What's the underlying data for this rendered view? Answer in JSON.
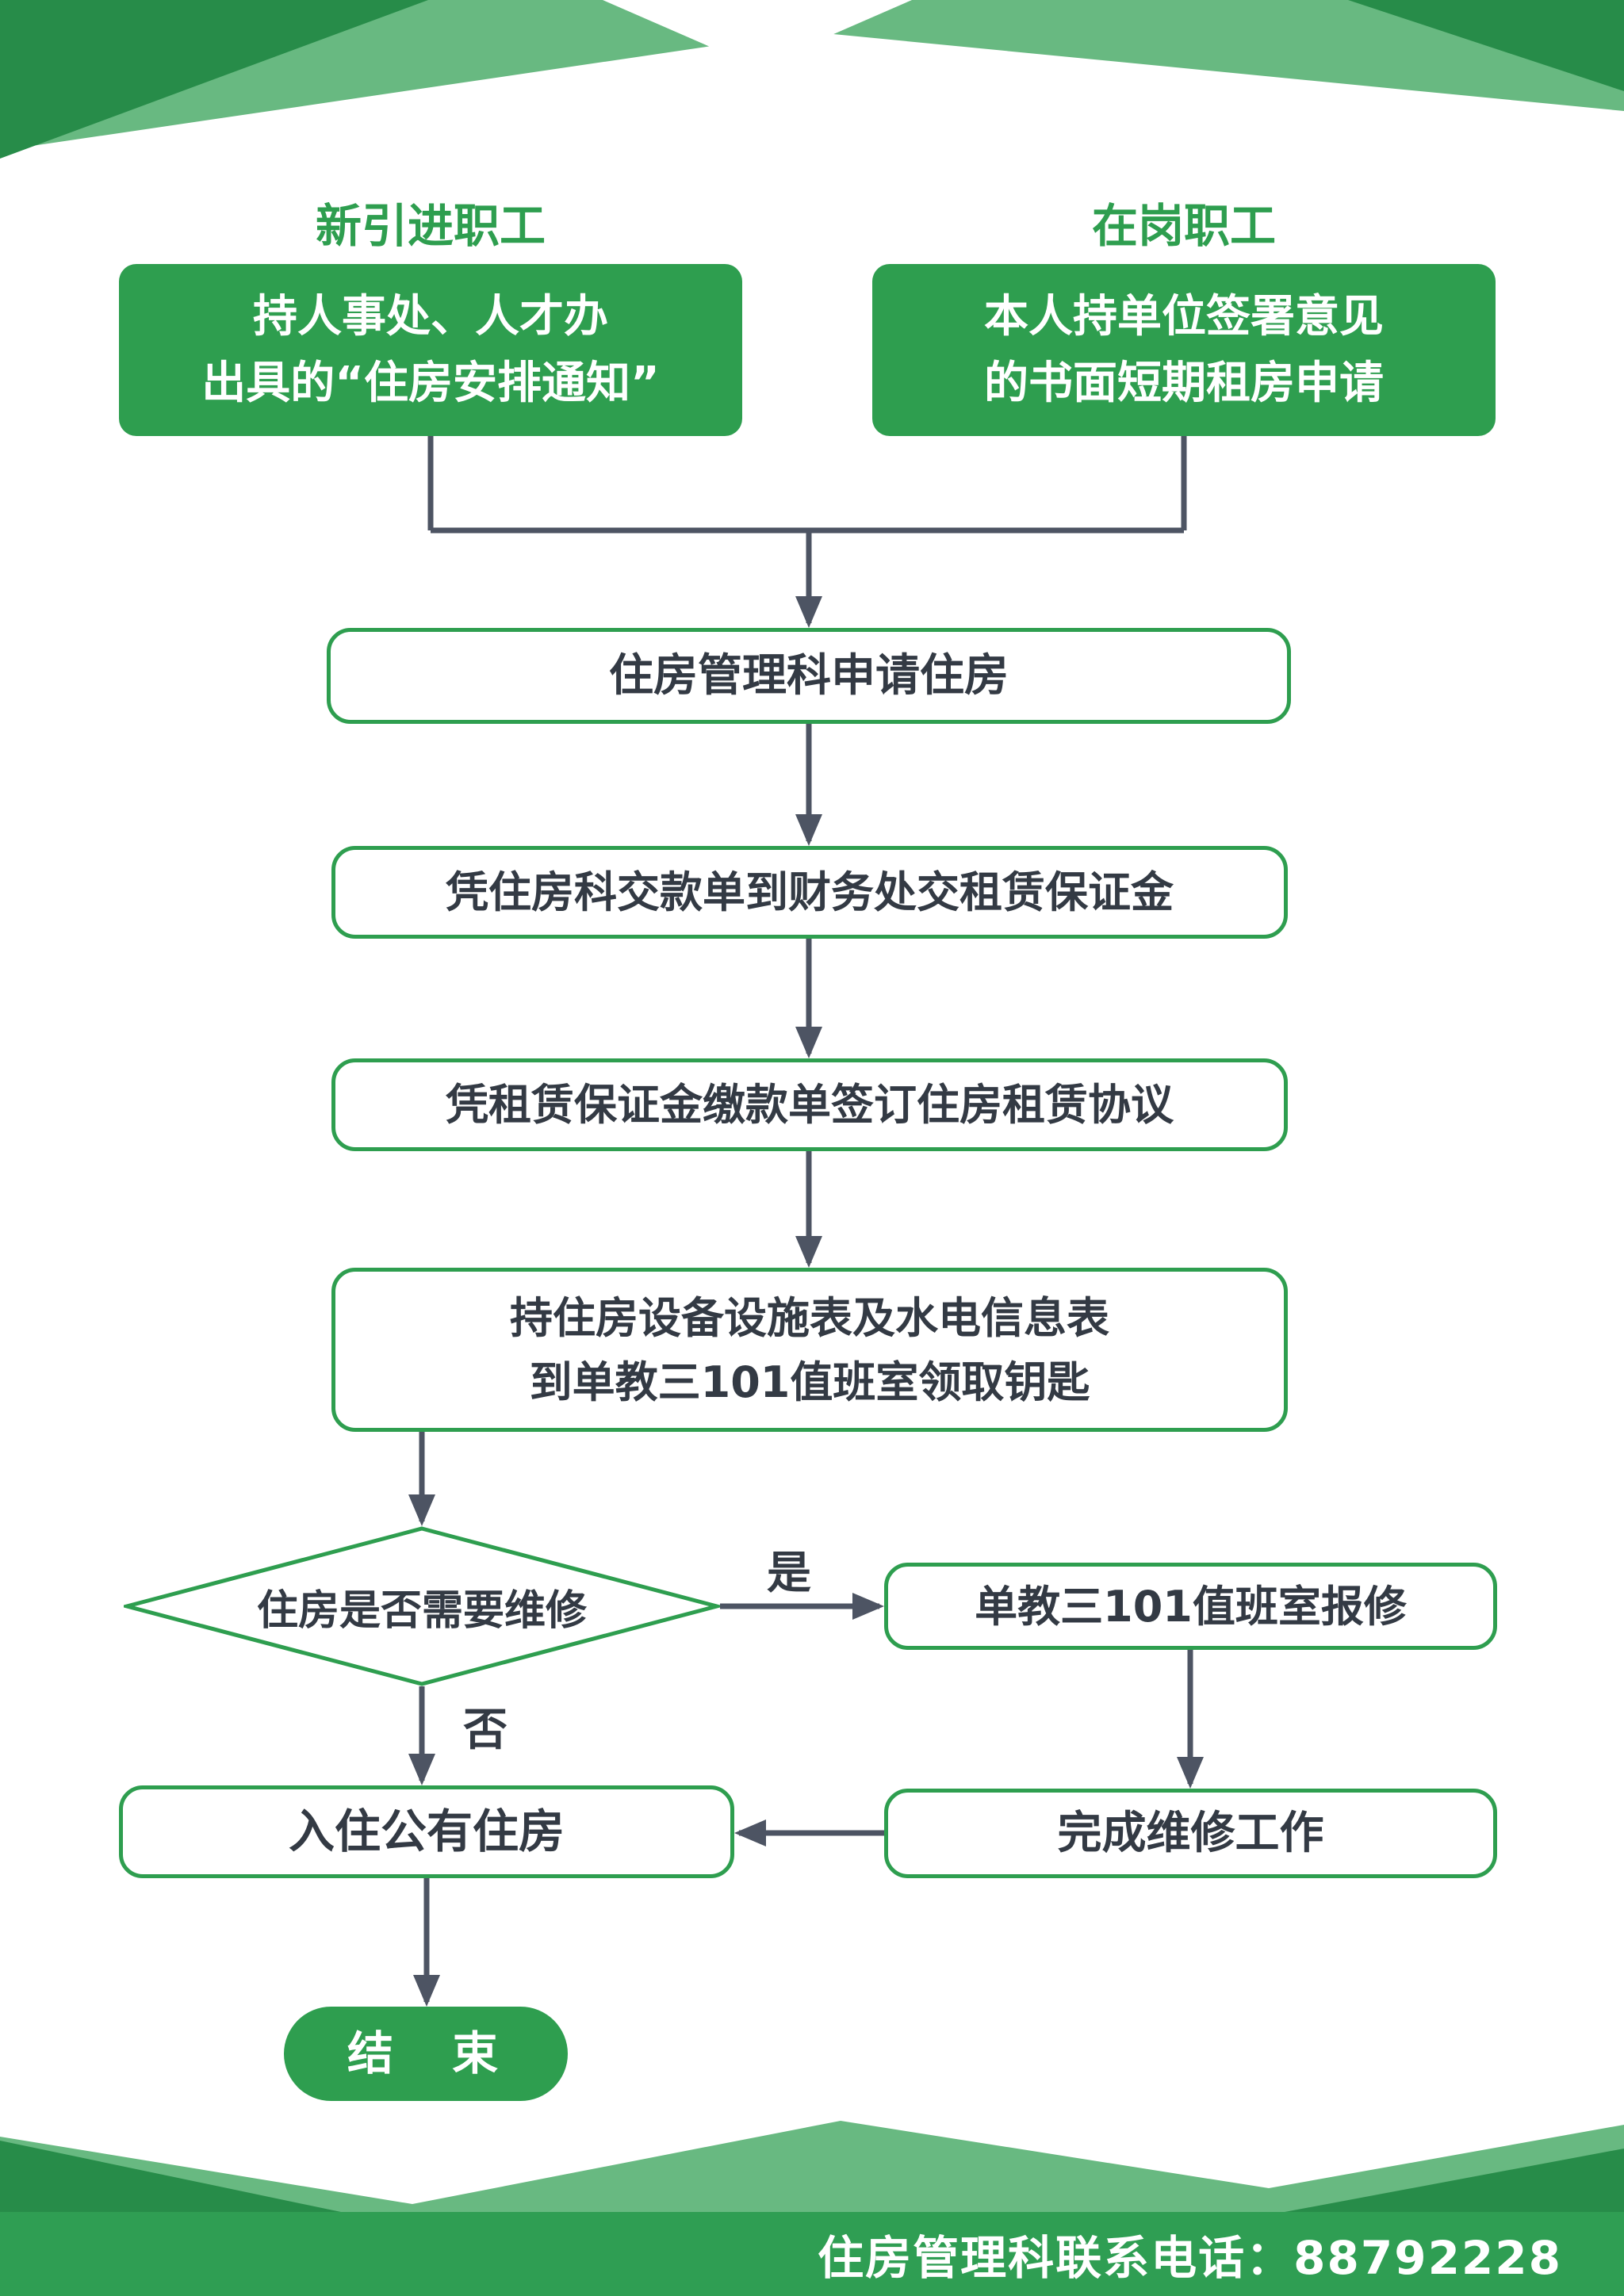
{
  "poster": {
    "columns": {
      "left_header": "新引进职工",
      "right_header": "在岗职工"
    },
    "nodes": {
      "new_staff_doc": {
        "line1": "持人事处、人才办",
        "line2": "出具的“住房安排通知”"
      },
      "current_staff_doc": {
        "line1": "本人持单位签署意见",
        "line2": "的书面短期租房申请"
      },
      "apply": "住房管理科申请住房",
      "pay_deposit": "凭住房科交款单到财务处交租赁保证金",
      "sign_agreement": "凭租赁保证金缴款单签订住房租赁协议",
      "get_key": {
        "line1": "持住房设备设施表及水电信息表",
        "line2": "到单教三101值班室领取钥匙"
      },
      "need_repair": "住房是否需要维修",
      "report_repair": "单教三101值班室报修",
      "finish_repair": "完成维修工作",
      "move_in": "入住公有住房",
      "end": "结　束"
    },
    "edge_labels": {
      "yes": "是",
      "no": "否"
    },
    "footer": {
      "contact": "住房管理科联系电话：88792228"
    },
    "colors": {
      "green": "#2e9e4f",
      "green_dark": "#278c49",
      "green_mid": "#3da263",
      "green_light": "#68b981",
      "band_green": "#2f9e53",
      "arrow": "#4d5463"
    }
  }
}
